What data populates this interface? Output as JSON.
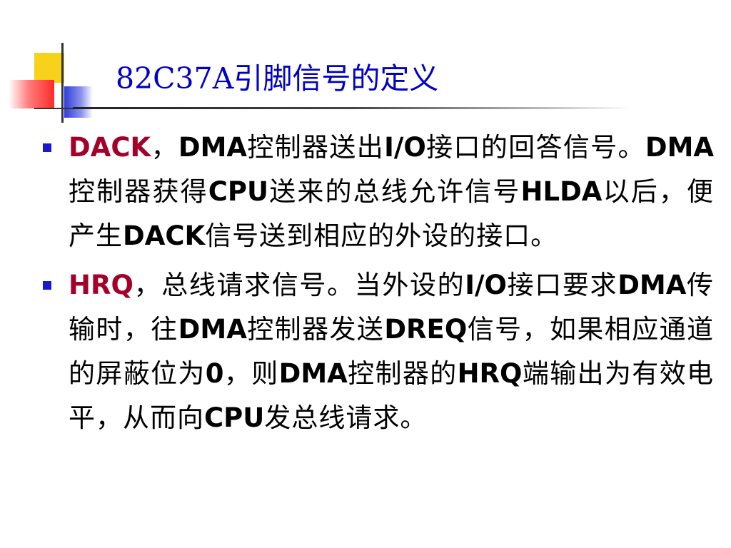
{
  "title": "82C37A引脚信号的定义",
  "colors": {
    "title": "#0000cc",
    "term": "#a3002a",
    "bullet": "#1a1acc"
  },
  "items": [
    {
      "term": "DACK",
      "s1": "，",
      "b1": "DMA",
      "s2": "控制器送出",
      "b2": "I/O",
      "s3": "接口的回答信号。",
      "b3": "DMA",
      "s4": "控制器获得",
      "b4": "CPU",
      "s5": "送来的总线允许信号",
      "b5": "HLDA",
      "s6": "以后，便产生",
      "b6": "DACK",
      "s7": "信号送到相应的外设的接口。"
    },
    {
      "term": "HRQ",
      "s1": "，总线请求信号。当外设的",
      "b1": "I/O",
      "s2": "接口要求",
      "b2": "DMA",
      "s3": "传输时，往",
      "b3": "DMA",
      "s4": "控制器发送",
      "b4": "DREQ",
      "s5": "信号，如果相应通道的屏蔽位为",
      "b5": "0",
      "s6": "，则",
      "b6": "DMA",
      "s7": "控制器的",
      "b7": "HRQ",
      "s8": "端输出为有效电平，从而向",
      "b8": "CPU",
      "s9": "发总线请求。"
    }
  ]
}
